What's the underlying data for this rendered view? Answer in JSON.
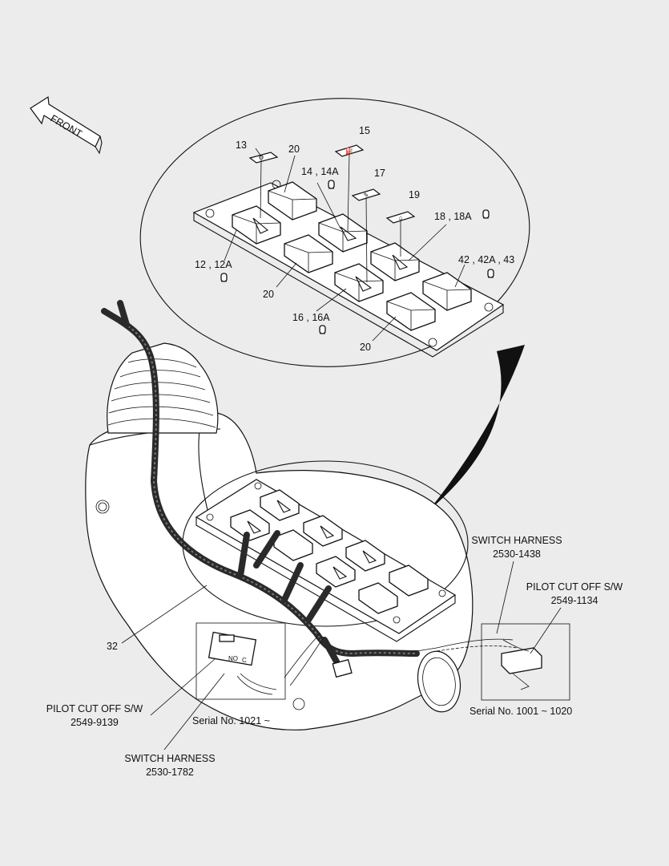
{
  "direction_label": "FRONT",
  "callouts": {
    "c13": "13",
    "c15": "15",
    "c17": "17",
    "c19": "19",
    "c20_top": "20",
    "c14": "14 , 14A",
    "c18": "18 , 18A",
    "c12": "12 , 12A",
    "c42": "42 , 42A , 43",
    "c20_left": "20",
    "c16": "16 , 16A",
    "c20_bottom": "20",
    "c32": "32"
  },
  "parts": {
    "switch_harness_right": {
      "name": "SWITCH HARNESS",
      "number": "2530-1438"
    },
    "pilot_cut_off_right": {
      "name": "PILOT CUT OFF S/W",
      "number": "2549-1134"
    },
    "pilot_cut_off_left": {
      "name": "PILOT CUT OFF S/W",
      "number": "2549-9139"
    },
    "switch_harness_bottom": {
      "name": "SWITCH HARNESS",
      "number": "2530-1782"
    }
  },
  "serials": {
    "left": "Serial No. 1021 ~",
    "right": "Serial No. 1001 ~ 1020"
  },
  "switch_markings": {
    "no": "NO",
    "c": "C"
  }
}
